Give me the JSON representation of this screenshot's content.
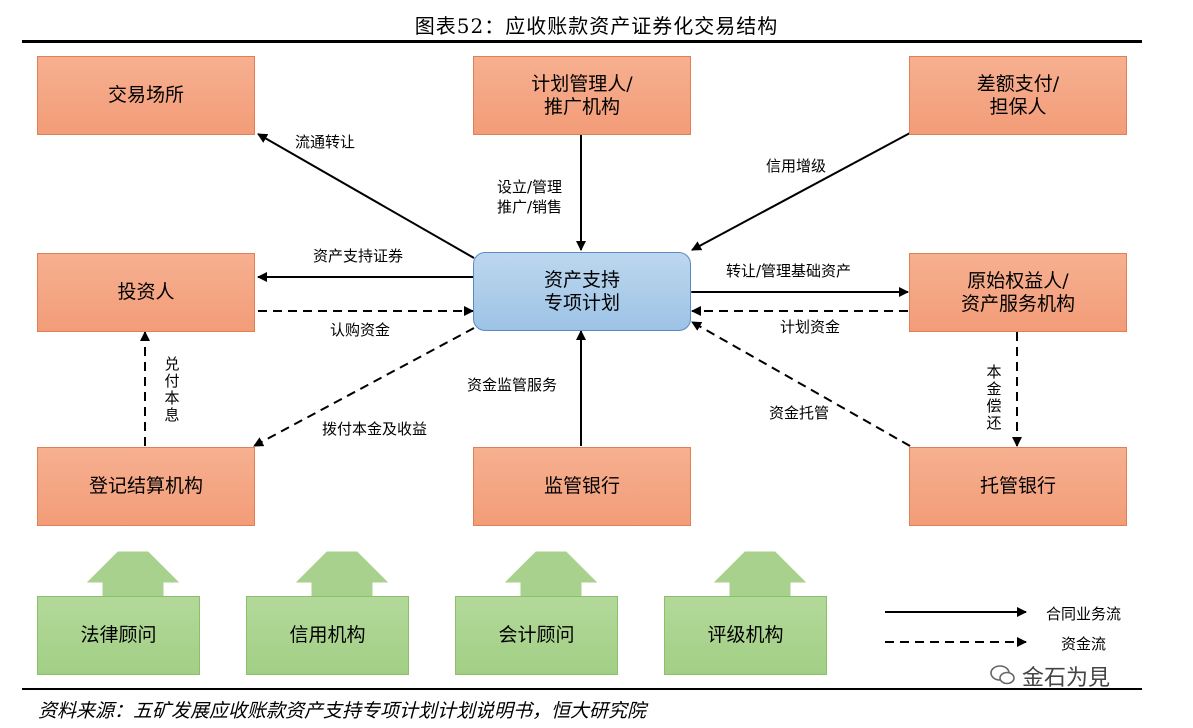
{
  "title": "图表52：应收账款资产证券化交易结构",
  "source": "资料来源：五矿发展应收账款资产支持专项计划计划说明书，恒大研究院",
  "watermark": "金石为見",
  "boxes": {
    "exchange": "交易场所",
    "manager": [
      "计划管理人/",
      "推广机构"
    ],
    "guarantor": [
      "差额支付/",
      "担保人"
    ],
    "investor": "投资人",
    "spv": [
      "资产支持",
      "专项计划"
    ],
    "originator": [
      "原始权益人/",
      "资产服务机构"
    ],
    "registry": "登记结算机构",
    "supervisor_bank": "监管银行",
    "custodian_bank": "托管银行",
    "legal": "法律顾问",
    "credit": "信用机构",
    "accounting": "会计顾问",
    "rating": "评级机构"
  },
  "labels": {
    "circulation": "流通转让",
    "setup_line1": "设立/管理",
    "setup_line2": "推广/销售",
    "credit_enhance": "信用增级",
    "abs": "资产支持证券",
    "subscribe": "认购资金",
    "transfer": "转让/管理基础资产",
    "plan_funds": "计划资金",
    "pay_principal": "拨付本金及收益",
    "fund_supervision": "资金监管服务",
    "custody": "资金托管",
    "redeem": "兑付本息",
    "repay": "本金偿还"
  },
  "legend": {
    "contract": "合同业务流",
    "funds": "资金流"
  }
}
